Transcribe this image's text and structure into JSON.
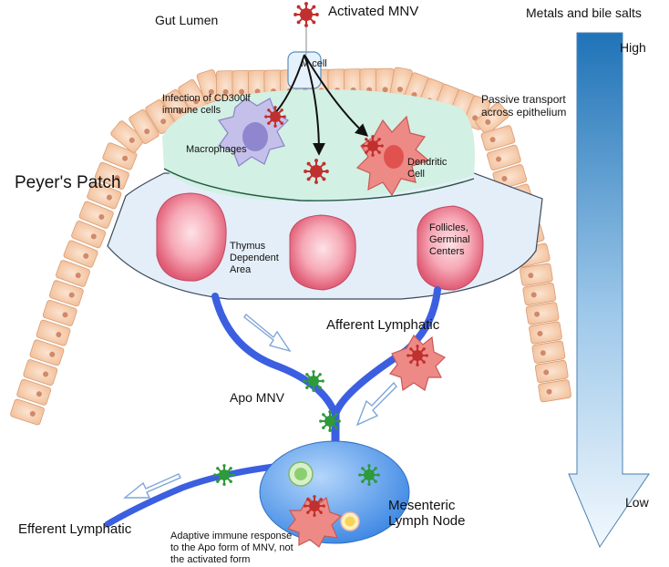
{
  "colors": {
    "lymphatic": "#3b5fe0",
    "virus_activated": "#c0302f",
    "virus_apo": "#2e9a3a",
    "gradient_top": "#1f73b7",
    "gradient_bottom": "#f2f8fd",
    "epithelium": "#f6ccaa",
    "dome": "#d2f0e3",
    "patch": "#e4eef8",
    "follicle": "#e8617a",
    "node": "#3f8fe8"
  },
  "labels": {
    "gut_lumen": "Gut Lumen",
    "activated_mnv": "Activated MNV",
    "m_cell": "M cell",
    "infection": "Infection of CD300lf\nimmune cells",
    "macrophages": "Macrophages",
    "dendritic": "Dendritic\nCell",
    "passive": "Passive transport\nacross epithelium",
    "peyers": "Peyer's Patch",
    "thymus": "Thymus\nDependent\nArea",
    "follicles": "Follicles,\nGerminal\nCenters",
    "afferent": "Afferent Lymphatic",
    "apo": "Apo MNV",
    "mesenteric": "Mesenteric\nLymph Node",
    "efferent": "Efferent Lymphatic",
    "adaptive": "Adaptive immune response\nto the Apo form of MNV, not\nthe activated form"
  },
  "gradient": {
    "title": "Metals and bile salts",
    "high": "High",
    "low": "Low"
  },
  "icons": [
    "virus-icon",
    "macrophage-icon",
    "dendritic-cell-icon",
    "m-cell-icon",
    "lymphocyte-icon",
    "flow-arrow-icon"
  ]
}
